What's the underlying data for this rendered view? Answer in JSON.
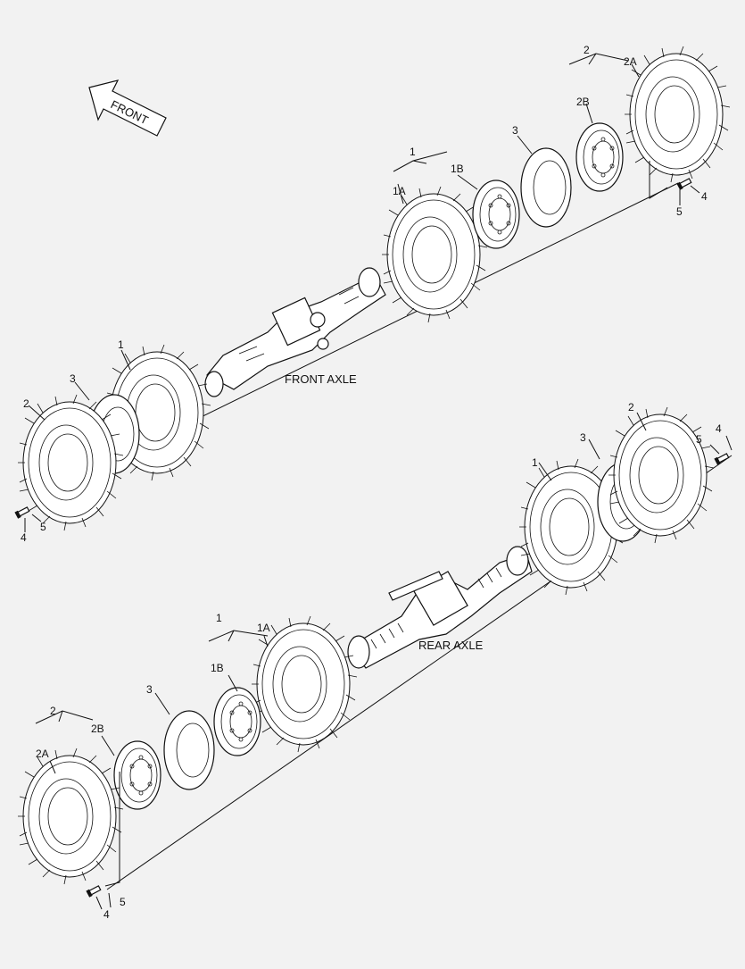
{
  "arrow": {
    "label": "FRONT"
  },
  "axles": {
    "front": {
      "label": "FRONT AXLE"
    },
    "rear": {
      "label": "REAR AXLE"
    }
  },
  "callouts": {
    "front_right_assembly": "2",
    "front_right_tire": "2A",
    "front_right_rim": "2B",
    "front_right_spacer": "3",
    "front_right_bolt": "4",
    "front_right_washer": "5",
    "front_right_inner_assembly": "1",
    "front_right_inner_tire": "1A",
    "front_right_inner_rim": "1B",
    "front_left_inner": "1",
    "front_left_spacer": "3",
    "front_left_outer": "2",
    "front_left_bolt": "4",
    "front_left_washer": "5",
    "rear_right_outer": "2",
    "rear_right_spacer": "3",
    "rear_right_inner": "1",
    "rear_right_bolt": "4",
    "rear_right_washer": "5",
    "rear_left_assembly": "1",
    "rear_left_tire": "1A",
    "rear_left_rim": "1B",
    "rear_left_spacer": "3",
    "rear_left_outer_assembly": "2",
    "rear_left_outer_tire": "2A",
    "rear_left_outer_rim": "2B",
    "rear_left_bolt": "4",
    "rear_left_washer": "5"
  }
}
